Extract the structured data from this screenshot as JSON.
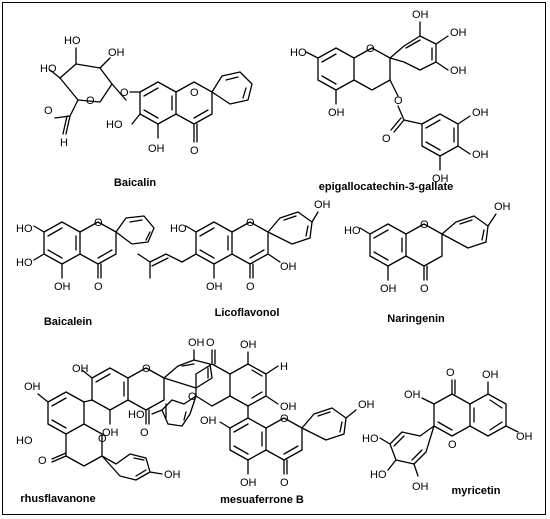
{
  "compounds": {
    "baicalin": "Baicalin",
    "egcg": "epigallocatechin-3-gallate",
    "baicalein": "Baicalein",
    "licoflavonol": "Licoflavonol",
    "naringenin": "Naringenin",
    "rhusflavanone": "rhusflavanone",
    "mesuaferrone_b": "mesuaferrone B",
    "myricetin": "myricetin"
  },
  "atoms": {
    "oh": "OH",
    "ho": "HO",
    "o": "O",
    "h": "H"
  }
}
